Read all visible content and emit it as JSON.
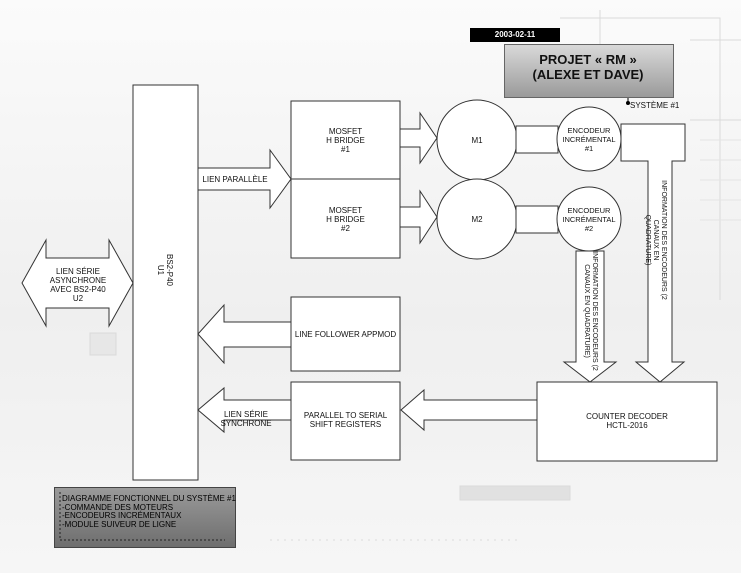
{
  "header": {
    "date": "2003-02-11",
    "project_title": "PROJET « RM »\n(ALEXE ET DAVE)",
    "system_label": "SYSTÈME #1"
  },
  "blocks": {
    "u1": "BS2-P40\nU1",
    "mosfet1": "MOSFET\nH BRIDGE\n#1",
    "mosfet2": "MOSFET\nH BRIDGE\n#2",
    "m1": "M1",
    "m2": "M2",
    "enc1": "ENCODEUR\nINCRÉMENTAL\n#1",
    "enc2": "ENCODEUR\nINCRÉMENTAL\n#2",
    "line_follower": "LINE FOLLOWER APPMOD",
    "p2s": "PARALLEL TO SERIAL\nSHIFT REGISTERS",
    "counter": "COUNTER DECODER\nHCTL-2016"
  },
  "arrows": {
    "parallel": "LIEN PARALLÈLE",
    "serial_async": "LIEN SÉRIE ASYNCHRONE\nAVEC BS2-P40\nU2",
    "serial_sync": "LIEN SÉRIE\nSYNCHRONE",
    "enc_info_2": "INFORMATION DES ENCODEURS (2\nCANAUX EN QUADRATURE)",
    "enc_info_1": "INFORMATION DES ENCODEURS (2 CANAUX EN\nQUADRATURE)"
  },
  "notes": {
    "title": "DIAGRAMME FONCTIONNEL DU SYSTÈME #1",
    "items": [
      "-COMMANDE DES MOTEURS",
      "-ENCODEURS INCRÉMENTAUX",
      "-MODULE SUIVEUR DE LIGNE"
    ]
  }
}
